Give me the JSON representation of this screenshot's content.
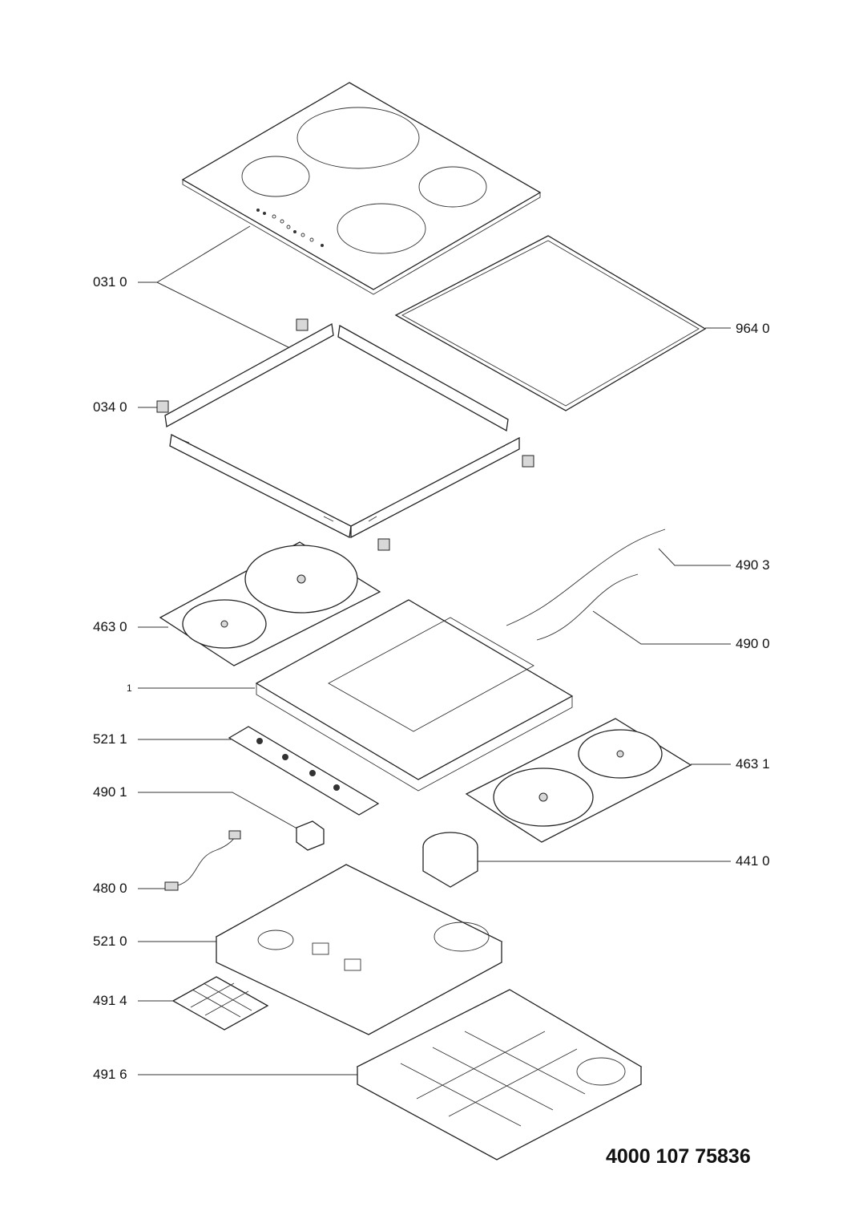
{
  "diagram": {
    "parts": [
      {
        "id": "p0310",
        "label": "031 0"
      },
      {
        "id": "p9640",
        "label": "964 0"
      },
      {
        "id": "p0340",
        "label": "034 0"
      },
      {
        "id": "p4903",
        "label": "490 3"
      },
      {
        "id": "p4630",
        "label": "463 0"
      },
      {
        "id": "p4900",
        "label": "490 0"
      },
      {
        "id": "p1",
        "label": "1"
      },
      {
        "id": "p5211",
        "label": "521 1"
      },
      {
        "id": "p4631",
        "label": "463 1"
      },
      {
        "id": "p4901",
        "label": "490 1"
      },
      {
        "id": "p4410",
        "label": "441 0"
      },
      {
        "id": "p4800",
        "label": "480 0"
      },
      {
        "id": "p5210",
        "label": "521 0"
      },
      {
        "id": "p4914",
        "label": "491 4"
      },
      {
        "id": "p4916",
        "label": "491 6"
      }
    ],
    "document_number": "4000 107 75836"
  }
}
